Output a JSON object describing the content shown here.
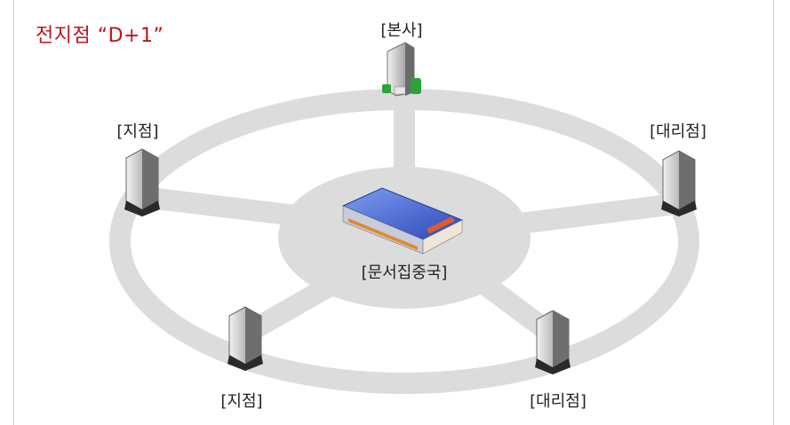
{
  "title": "전지점 “D+1”",
  "nodes": {
    "hq": "[본사]",
    "center": "[문서집중국]",
    "branch_left_top": "[지점]",
    "branch_left_bottom": "[지점]",
    "agency_right_top": "[대리점]",
    "agency_right_bottom": "[대리점]"
  },
  "colors": {
    "title": "#c0141c",
    "ring": "#dcdcdc",
    "building": "#8a8a8a",
    "warehouse_roof": "#3a5fcf"
  }
}
